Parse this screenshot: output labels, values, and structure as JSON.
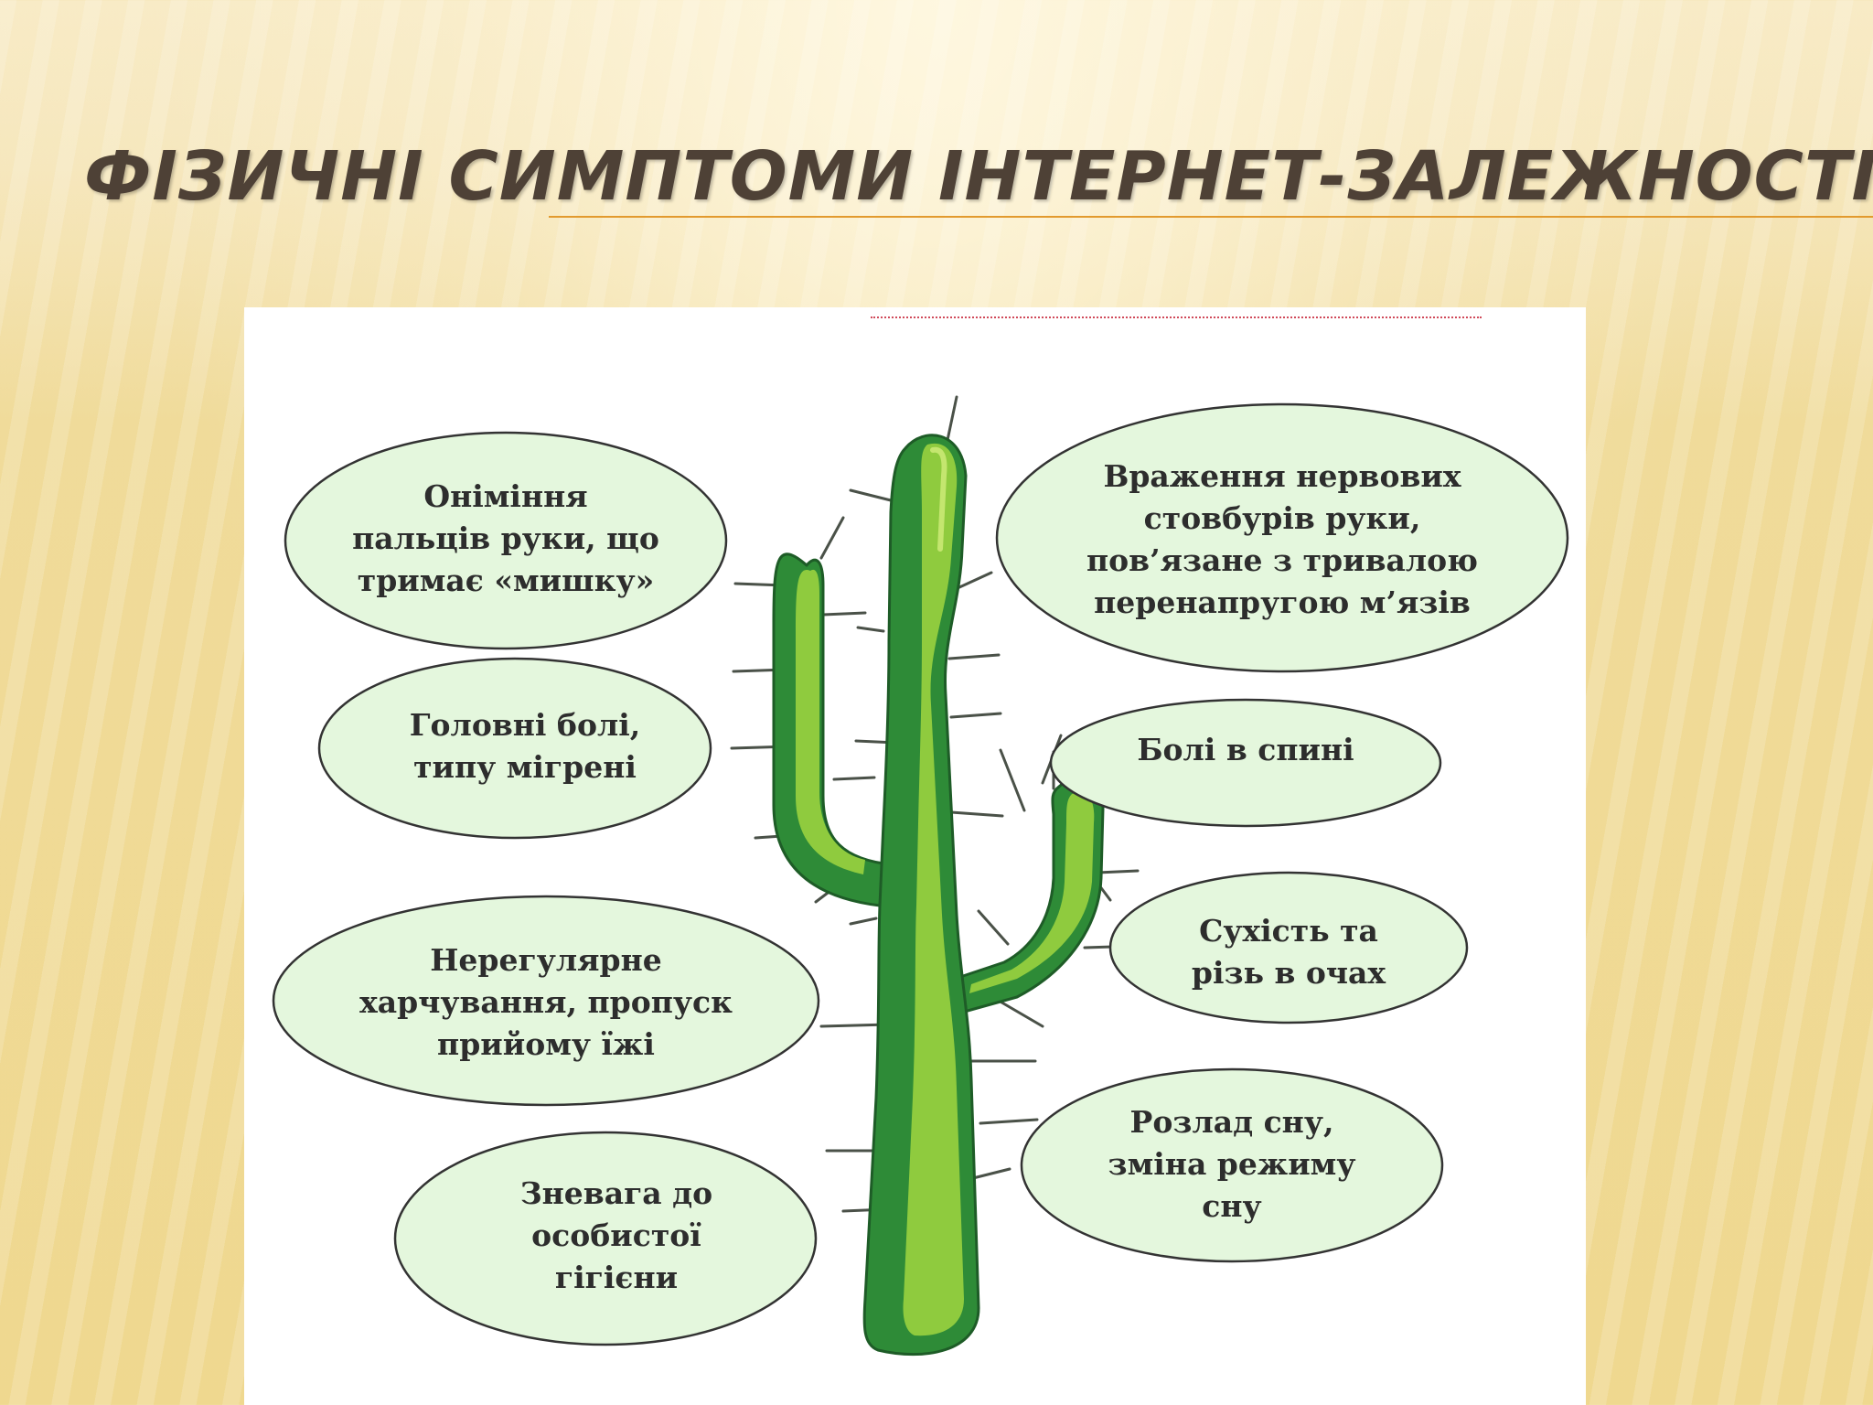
{
  "slide": {
    "title": "Фізичні симптоми інтернет-залежності"
  },
  "colors": {
    "bubble_fill": "#e4f7dd",
    "bubble_stroke": "#333333",
    "cactus_dark": "#2e8b37",
    "cactus_light": "#8fcb3e",
    "title_text": "#4e4136",
    "accent_line": "#e29a2e"
  },
  "symptoms": {
    "left": [
      "Оніміння\nпальців руки, що\nтримає «мишку»",
      "Головні болі,\nтипу мігрені",
      "Нерегулярне\nхарчування, пропуск\nприйому їжі",
      "Зневага до\nособистої\nгігієни"
    ],
    "right": [
      "Враження нервових\nстовбурів руки,\nпов’язане з тривалою\nперенапругою м’язів",
      "Болі в спині",
      "Сухість та\nрізь в очах",
      "Розлад сну,\nзміна режиму\nсну"
    ]
  }
}
